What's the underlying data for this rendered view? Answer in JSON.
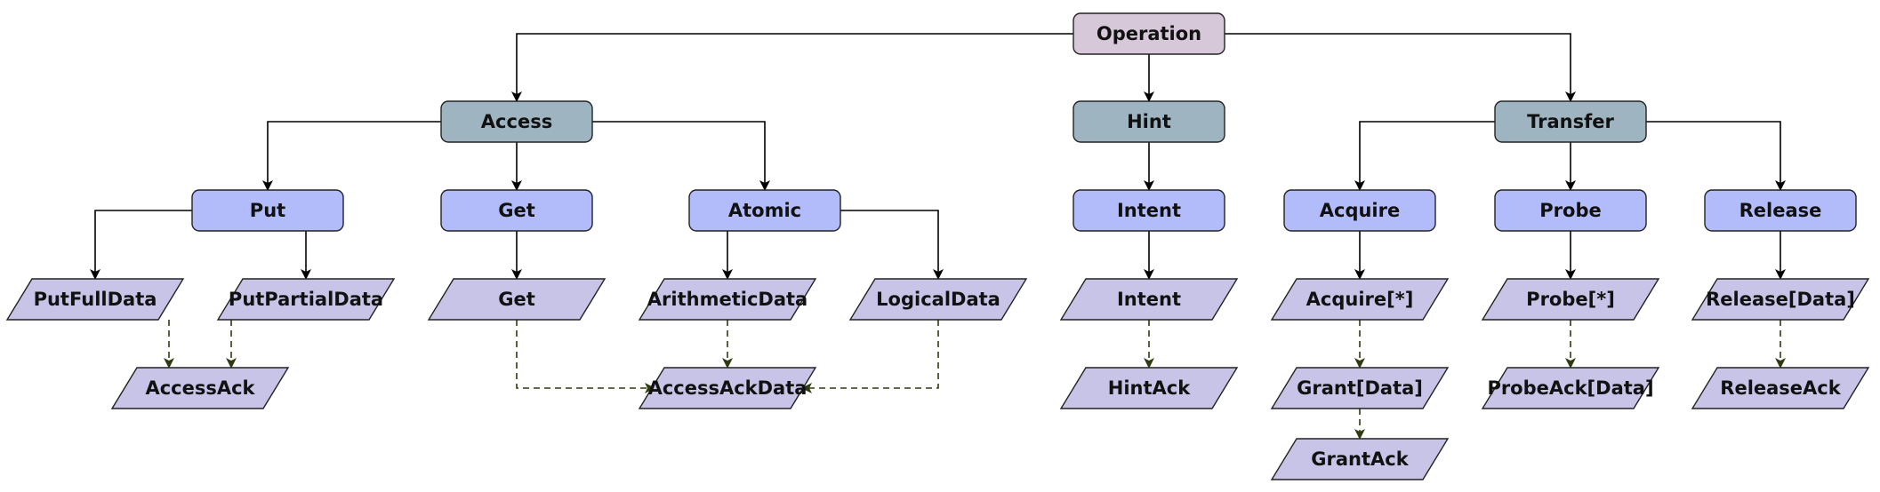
{
  "diagram": {
    "colors": {
      "root_fill": "#d6c8d8",
      "category_fill": "#9fb4c1",
      "operation_fill": "#b3bcfb",
      "message_fill": "#c7c4e8",
      "node_stroke": "#222222",
      "solid_edge": "#000000",
      "dashed_edge": "#2e3a10"
    },
    "nodes": [
      {
        "id": "operation",
        "label": "Operation",
        "kind": "root",
        "shape": "rounded-rect"
      },
      {
        "id": "access",
        "label": "Access",
        "kind": "category",
        "shape": "rounded-rect"
      },
      {
        "id": "hint",
        "label": "Hint",
        "kind": "category",
        "shape": "rounded-rect"
      },
      {
        "id": "transfer",
        "label": "Transfer",
        "kind": "category",
        "shape": "rounded-rect"
      },
      {
        "id": "put",
        "label": "Put",
        "kind": "operation",
        "shape": "rounded-rect"
      },
      {
        "id": "get",
        "label": "Get",
        "kind": "operation",
        "shape": "rounded-rect"
      },
      {
        "id": "atomic",
        "label": "Atomic",
        "kind": "operation",
        "shape": "rounded-rect"
      },
      {
        "id": "intent",
        "label": "Intent",
        "kind": "operation",
        "shape": "rounded-rect"
      },
      {
        "id": "acquire",
        "label": "Acquire",
        "kind": "operation",
        "shape": "rounded-rect"
      },
      {
        "id": "probe",
        "label": "Probe",
        "kind": "operation",
        "shape": "rounded-rect"
      },
      {
        "id": "release",
        "label": "Release",
        "kind": "operation",
        "shape": "rounded-rect"
      },
      {
        "id": "putfulldata",
        "label": "PutFullData",
        "kind": "message",
        "shape": "parallelogram"
      },
      {
        "id": "putpartialdata",
        "label": "PutPartialData",
        "kind": "message",
        "shape": "parallelogram"
      },
      {
        "id": "get_msg",
        "label": "Get",
        "kind": "message",
        "shape": "parallelogram"
      },
      {
        "id": "arithmeticdata",
        "label": "ArithmeticData",
        "kind": "message",
        "shape": "parallelogram"
      },
      {
        "id": "logicaldata",
        "label": "LogicalData",
        "kind": "message",
        "shape": "parallelogram"
      },
      {
        "id": "intent_msg",
        "label": "Intent",
        "kind": "message",
        "shape": "parallelogram"
      },
      {
        "id": "acquire_msg",
        "label": "Acquire[*]",
        "kind": "message",
        "shape": "parallelogram"
      },
      {
        "id": "probe_msg",
        "label": "Probe[*]",
        "kind": "message",
        "shape": "parallelogram"
      },
      {
        "id": "releasedata",
        "label": "Release[Data]",
        "kind": "message",
        "shape": "parallelogram"
      },
      {
        "id": "accessack",
        "label": "AccessAck",
        "kind": "message",
        "shape": "parallelogram"
      },
      {
        "id": "accessackdata",
        "label": "AccessAckData",
        "kind": "message",
        "shape": "parallelogram"
      },
      {
        "id": "hintack",
        "label": "HintAck",
        "kind": "message",
        "shape": "parallelogram"
      },
      {
        "id": "grantdata",
        "label": "Grant[Data]",
        "kind": "message",
        "shape": "parallelogram"
      },
      {
        "id": "probeackdata",
        "label": "ProbeAck[Data]",
        "kind": "message",
        "shape": "parallelogram"
      },
      {
        "id": "releaseack",
        "label": "ReleaseAck",
        "kind": "message",
        "shape": "parallelogram"
      },
      {
        "id": "grantack",
        "label": "GrantAck",
        "kind": "message",
        "shape": "parallelogram"
      }
    ],
    "edges": [
      {
        "from": "operation",
        "to": "access",
        "style": "solid"
      },
      {
        "from": "operation",
        "to": "hint",
        "style": "solid"
      },
      {
        "from": "operation",
        "to": "transfer",
        "style": "solid"
      },
      {
        "from": "access",
        "to": "put",
        "style": "solid"
      },
      {
        "from": "access",
        "to": "get",
        "style": "solid"
      },
      {
        "from": "access",
        "to": "atomic",
        "style": "solid"
      },
      {
        "from": "hint",
        "to": "intent",
        "style": "solid"
      },
      {
        "from": "transfer",
        "to": "acquire",
        "style": "solid"
      },
      {
        "from": "transfer",
        "to": "probe",
        "style": "solid"
      },
      {
        "from": "transfer",
        "to": "release",
        "style": "solid"
      },
      {
        "from": "put",
        "to": "putfulldata",
        "style": "solid"
      },
      {
        "from": "put",
        "to": "putpartialdata",
        "style": "solid"
      },
      {
        "from": "get",
        "to": "get_msg",
        "style": "solid"
      },
      {
        "from": "atomic",
        "to": "arithmeticdata",
        "style": "solid"
      },
      {
        "from": "atomic",
        "to": "logicaldata",
        "style": "solid"
      },
      {
        "from": "intent",
        "to": "intent_msg",
        "style": "solid"
      },
      {
        "from": "acquire",
        "to": "acquire_msg",
        "style": "solid"
      },
      {
        "from": "probe",
        "to": "probe_msg",
        "style": "solid"
      },
      {
        "from": "release",
        "to": "releasedata",
        "style": "solid"
      },
      {
        "from": "putfulldata",
        "to": "accessack",
        "style": "dashed"
      },
      {
        "from": "putpartialdata",
        "to": "accessack",
        "style": "dashed"
      },
      {
        "from": "get_msg",
        "to": "accessackdata",
        "style": "dashed"
      },
      {
        "from": "arithmeticdata",
        "to": "accessackdata",
        "style": "dashed"
      },
      {
        "from": "logicaldata",
        "to": "accessackdata",
        "style": "dashed"
      },
      {
        "from": "intent_msg",
        "to": "hintack",
        "style": "dashed"
      },
      {
        "from": "acquire_msg",
        "to": "grantdata",
        "style": "dashed"
      },
      {
        "from": "grantdata",
        "to": "grantack",
        "style": "dashed"
      },
      {
        "from": "probe_msg",
        "to": "probeackdata",
        "style": "dashed"
      },
      {
        "from": "releasedata",
        "to": "releaseack",
        "style": "dashed"
      }
    ]
  }
}
